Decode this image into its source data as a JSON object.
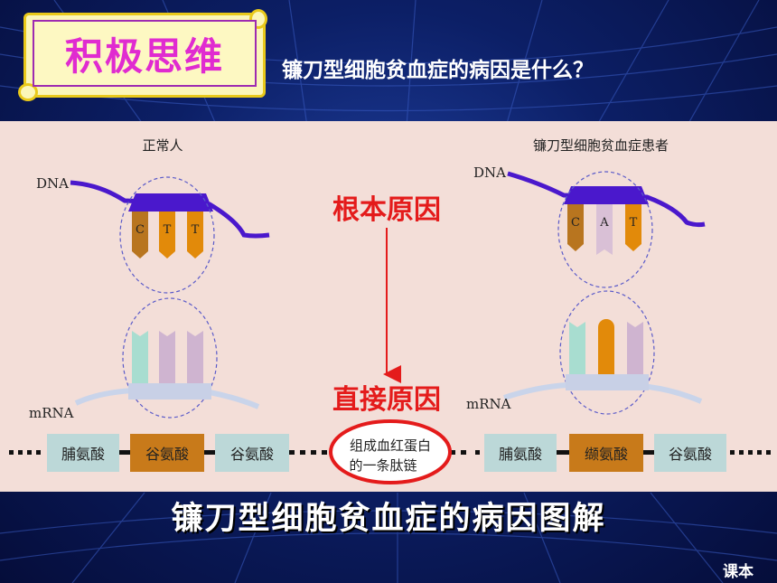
{
  "header": {
    "badge": "积极思维",
    "question": "镰刀型细胞贫血症的病因是什么？"
  },
  "left": {
    "title": "正常人",
    "dna_label": "DNA",
    "bases": [
      "C",
      "T",
      "T"
    ],
    "mrna_label": "mRNA"
  },
  "right": {
    "title": "镰刀型细胞贫血症患者",
    "dna_label": "DNA",
    "bases": [
      "C",
      "A",
      "T"
    ],
    "mrna_label": "mRNA"
  },
  "center": {
    "root_cause": "根本原因",
    "direct_cause": "直接原因",
    "chain_line1": "组成血红蛋白",
    "chain_line2": "的一条肽链"
  },
  "chain": {
    "left": [
      "脯氨酸",
      "谷氨酸",
      "谷氨酸"
    ],
    "right": [
      "脯氨酸",
      "缬氨酸",
      "谷氨酸"
    ]
  },
  "caption": "镰刀型细胞贫血症的病因图解",
  "footer": "课本",
  "colors": {
    "dna_strand": "#4a18cc",
    "base_brown": "#b8751f",
    "base_orange": "#e28a0a",
    "base_pink": "#d9c0d6",
    "rna_teal": "#a8ddd0",
    "rna_lilac": "#cfb4d0",
    "highlight_red": "#e41b1b",
    "amino_box": "#bcd8d8",
    "amino_highlight": "#c87a1a"
  }
}
